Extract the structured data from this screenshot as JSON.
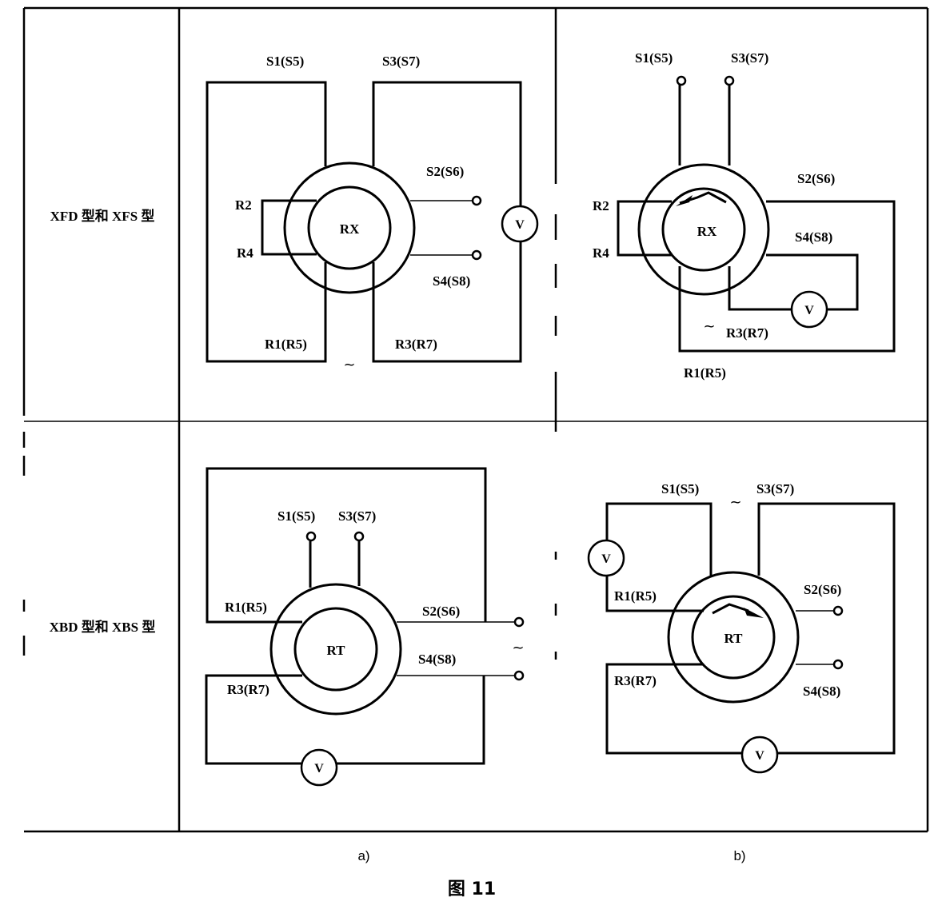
{
  "figure": {
    "title": "图 11",
    "caption_a": "a)",
    "caption_b": "b)"
  },
  "rows": [
    {
      "label": "XFD 型和 XFS 型"
    },
    {
      "label": "XBD 型和 XBS 型"
    }
  ],
  "panels": {
    "top_a": {
      "rotor": "RX",
      "labels": {
        "s1": "S1(S5)",
        "s3": "S3(S7)",
        "s2": "S2(S6)",
        "s4": "S4(S8)",
        "r2": "R2",
        "r4": "R4",
        "r1": "R1(R5)",
        "r3": "R3(R7)"
      },
      "meter": "V",
      "ac_symbol": "~"
    },
    "top_b": {
      "rotor": "RX",
      "labels": {
        "s1": "S1(S5)",
        "s3": "S3(S7)",
        "s2": "S2(S6)",
        "s4": "S4(S8)",
        "r2": "R2",
        "r4": "R4",
        "r1": "R1(R5)",
        "r3": "R3(R7)"
      },
      "meter": "V",
      "ac_symbol": "~"
    },
    "bottom_a": {
      "rotor": "RT",
      "labels": {
        "s1": "S1(S5)",
        "s3": "S3(S7)",
        "s2": "S2(S6)",
        "s4": "S4(S8)",
        "r1": "R1(R5)",
        "r3": "R3(R7)"
      },
      "meter": "V",
      "ac_symbol": "~"
    },
    "bottom_b": {
      "rotor": "RT",
      "labels": {
        "s1": "S1(S5)",
        "s3": "S3(S7)",
        "s2": "S2(S6)",
        "s4": "S4(S8)",
        "r1": "R1(R5)",
        "r3": "R3(R7)"
      },
      "meter_left": "V",
      "meter_bottom": "V",
      "ac_symbol": "~"
    }
  }
}
